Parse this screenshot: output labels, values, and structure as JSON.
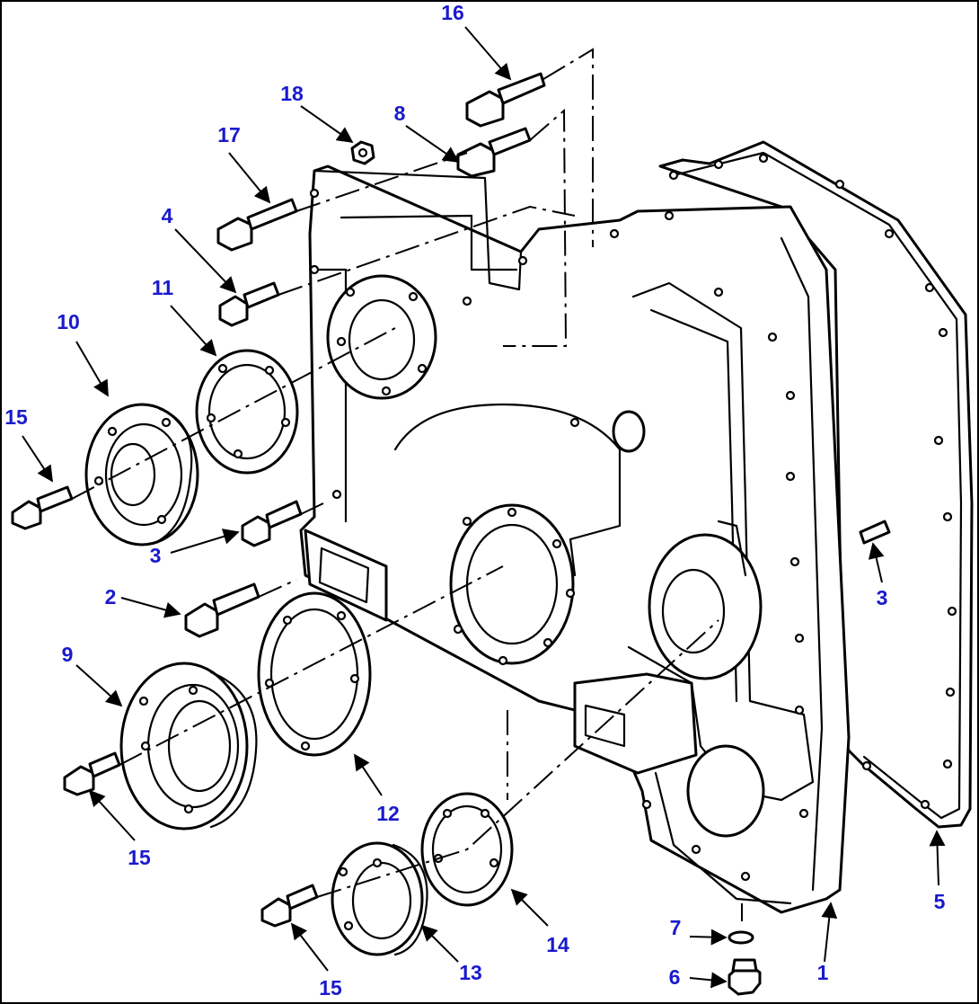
{
  "diagram": {
    "callouts": [
      "1",
      "2",
      "3",
      "3",
      "4",
      "5",
      "6",
      "7",
      "8",
      "9",
      "10",
      "11",
      "12",
      "13",
      "14",
      "15",
      "15",
      "15",
      "16",
      "17",
      "18"
    ],
    "colors": {
      "callout": "#1a1acc",
      "line": "#000000",
      "background": "#ffffff"
    }
  }
}
